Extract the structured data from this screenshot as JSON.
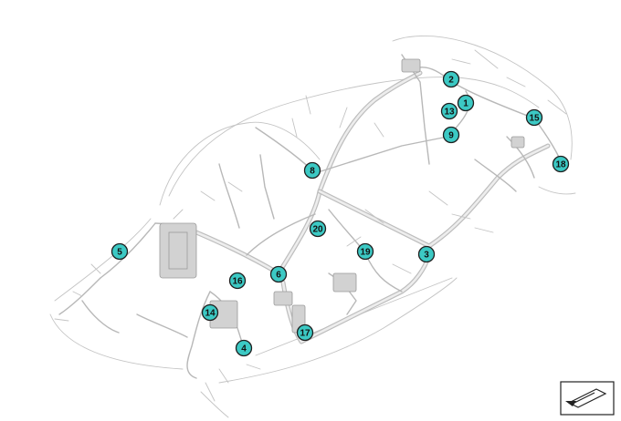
{
  "diagram": {
    "callout_color": "#3cc9c4",
    "callouts": [
      {
        "label": "1"
      },
      {
        "label": "2"
      },
      {
        "label": "3"
      },
      {
        "label": "4"
      },
      {
        "label": "5"
      },
      {
        "label": "6"
      },
      {
        "label": "8"
      },
      {
        "label": "9"
      },
      {
        "label": "13"
      },
      {
        "label": "14"
      },
      {
        "label": "15"
      },
      {
        "label": "16"
      },
      {
        "label": "17"
      },
      {
        "label": "18"
      },
      {
        "label": "19"
      },
      {
        "label": "20"
      }
    ]
  },
  "nav_icon": {
    "name": "view-direction-icon"
  }
}
